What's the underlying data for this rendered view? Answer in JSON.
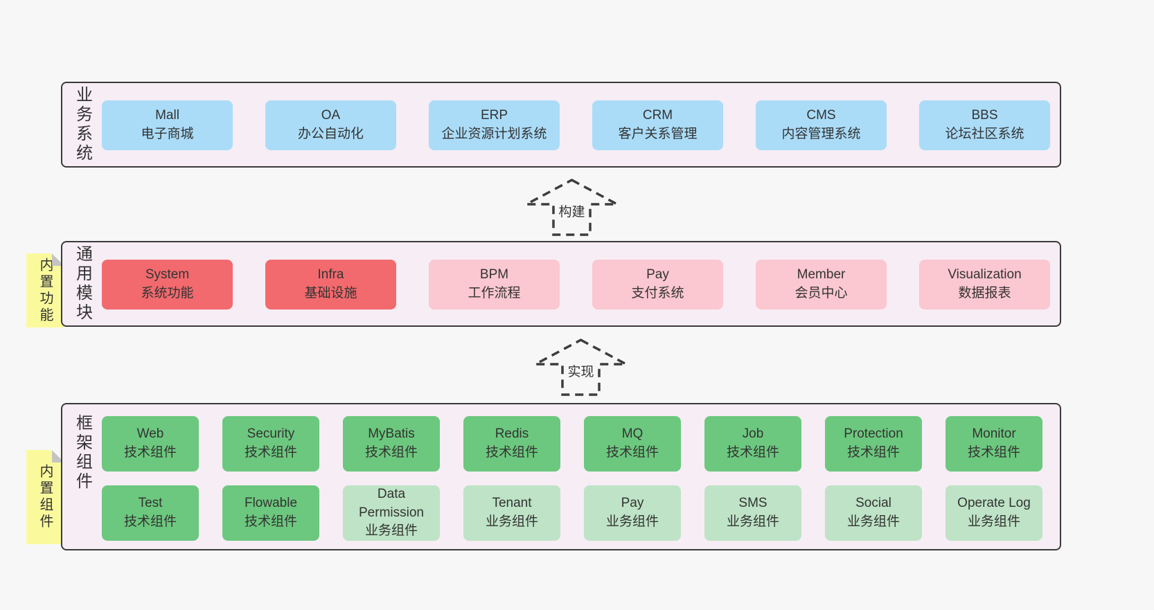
{
  "arrows": [
    {
      "label": "构建"
    },
    {
      "label": "实现"
    }
  ],
  "bands": [
    {
      "label": "业务系统",
      "boxes": [
        {
          "en": "Mall",
          "zh": "电子商城"
        },
        {
          "en": "OA",
          "zh": "办公自动化"
        },
        {
          "en": "ERP",
          "zh": "企业资源计划系统"
        },
        {
          "en": "CRM",
          "zh": "客户关系管理"
        },
        {
          "en": "CMS",
          "zh": "内容管理系统"
        },
        {
          "en": "BBS",
          "zh": "论坛社区系统"
        }
      ]
    },
    {
      "label": "通用模块",
      "sticky": "内置功能",
      "boxes": [
        {
          "en": "System",
          "zh": "系统功能"
        },
        {
          "en": "Infra",
          "zh": "基础设施"
        },
        {
          "en": "BPM",
          "zh": "工作流程"
        },
        {
          "en": "Pay",
          "zh": "支付系统"
        },
        {
          "en": "Member",
          "zh": "会员中心"
        },
        {
          "en": "Visualization",
          "zh": "数据报表"
        }
      ]
    },
    {
      "label": "框架组件",
      "sticky": "内置组件",
      "row1": [
        {
          "en": "Web",
          "zh": "技术组件"
        },
        {
          "en": "Security",
          "zh": "技术组件"
        },
        {
          "en": "MyBatis",
          "zh": "技术组件"
        },
        {
          "en": "Redis",
          "zh": "技术组件"
        },
        {
          "en": "MQ",
          "zh": "技术组件"
        },
        {
          "en": "Job",
          "zh": "技术组件"
        },
        {
          "en": "Protection",
          "zh": "技术组件"
        },
        {
          "en": "Monitor",
          "zh": "技术组件"
        }
      ],
      "row2": [
        {
          "en": "Test",
          "zh": "技术组件"
        },
        {
          "en": "Flowable",
          "zh": "技术组件"
        },
        {
          "en": "Data Permission",
          "zh": "业务组件"
        },
        {
          "en": "Tenant",
          "zh": "业务组件"
        },
        {
          "en": "Pay",
          "zh": "业务组件"
        },
        {
          "en": "SMS",
          "zh": "业务组件"
        },
        {
          "en": "Social",
          "zh": "业务组件"
        },
        {
          "en": "Operate Log",
          "zh": "业务组件"
        }
      ]
    }
  ],
  "colors": {
    "page_bg": "#f7f7f7",
    "band_bg": "#f7edf5",
    "band_border": "#3a3a3a",
    "blue": "#aadcf8",
    "red": "#f26a6e",
    "pink": "#fbc7d0",
    "green_dark": "#6cc87e",
    "green_light": "#bee3c6",
    "sticky_yellow": "#fafa9d",
    "text": "#333333"
  }
}
